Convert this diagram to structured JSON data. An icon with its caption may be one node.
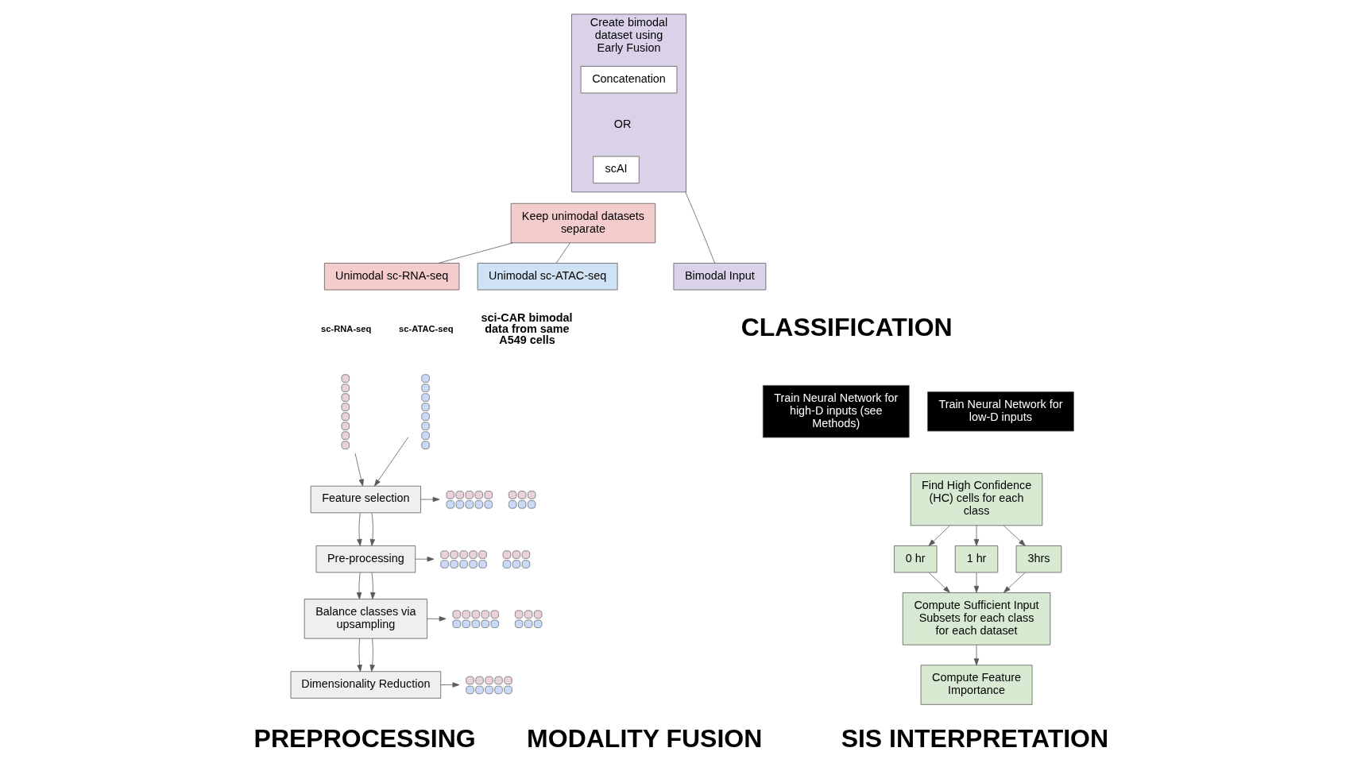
{
  "diagram": {
    "nodes": [
      {
        "text": [],
        "shape": "picture"
      },
      {
        "text": [],
        "shape": "picture"
      },
      {
        "text": [
          "Feature selection"
        ]
      },
      {
        "text": [
          "Pre-processing"
        ]
      },
      {
        "text": [
          "Balance classes via upsampling"
        ]
      },
      {
        "text": [
          "Dimensionality Reduction"
        ]
      },
      {
        "text": [],
        "shape": "picture"
      },
      {
        "text": [],
        "shape": "picture"
      },
      {
        "text": [],
        "shape": "picture"
      },
      {
        "text": [],
        "shape": "picture"
      },
      {
        "text": [
          "Create bimodal dataset using Early Fusion"
        ]
      },
      {
        "text": [
          "Concatenation"
        ],
        "in": 10
      },
      {
        "text": [
          "scAI"
        ],
        "in": 10
      },
      {
        "text": [
          "Keep unimodal datasets separate"
        ]
      },
      {
        "text": [
          "Unimodal sc-RNA-seq"
        ]
      },
      {
        "text": [
          "Unimodal sc-ATAC-seq"
        ]
      },
      {
        "text": [
          "Bimodal Input"
        ]
      },
      {
        "text": [
          "Train Neural Network for high-D inputs (see Methods)"
        ]
      },
      {
        "text": [
          "Train Neural Network for low-D inputs"
        ]
      },
      {
        "text": [
          "Find High Confidence (HC) cells for each class"
        ]
      },
      {
        "text": [
          "0 hr"
        ]
      },
      {
        "text": [
          "1 hr"
        ]
      },
      {
        "text": [
          "3hrs"
        ]
      },
      {
        "text": [
          "Compute Sufficient Input Subsets for each class for each dataset"
        ]
      },
      {
        "text": [
          "Compute Feature Importance"
        ]
      }
    ],
    "edges": [
      {
        "from": 0,
        "to": 2,
        "arrow": "to"
      },
      {
        "from": 1,
        "to": 2,
        "arrow": "to"
      },
      {
        "from": 2,
        "to": 3,
        "arrow": "to"
      },
      {
        "from": 2,
        "to": 3,
        "arrow": "to"
      },
      {
        "from": 3,
        "to": 4,
        "arrow": "to"
      },
      {
        "from": 3,
        "to": 4,
        "arrow": "to"
      },
      {
        "from": 4,
        "to": 5,
        "arrow": "to"
      },
      {
        "from": 4,
        "to": 5,
        "arrow": "to"
      },
      {
        "from": 2,
        "to": 6,
        "arrow": "to"
      },
      {
        "from": 3,
        "to": 7,
        "arrow": "to"
      },
      {
        "from": 4,
        "to": 8,
        "arrow": "to"
      },
      {
        "from": 5,
        "to": 9,
        "arrow": "to"
      },
      {
        "from": 10,
        "to": 16,
        "arrow": "none"
      },
      {
        "from": 13,
        "to": 14,
        "arrow": "none"
      },
      {
        "from": 13,
        "to": 15,
        "arrow": "none"
      },
      {
        "from": 19,
        "to": 20,
        "arrow": "to"
      },
      {
        "from": 19,
        "to": 21,
        "arrow": "to"
      },
      {
        "from": 19,
        "to": 22,
        "arrow": "to"
      },
      {
        "from": 20,
        "to": 23,
        "arrow": "to"
      },
      {
        "from": 21,
        "to": 23,
        "arrow": "to"
      },
      {
        "from": 22,
        "to": 23,
        "arrow": "to"
      },
      {
        "from": 23,
        "to": 24,
        "arrow": "to"
      }
    ],
    "labels": [
      "sc-RNA-seq",
      "sc-ATAC-seq",
      "sci-CAR bimodal data from same A549 cells",
      "OR",
      "CLASSIFICATION",
      "PREPROCESSING",
      "MODALITY FUSION",
      "SIS INTERPRETATION"
    ]
  }
}
